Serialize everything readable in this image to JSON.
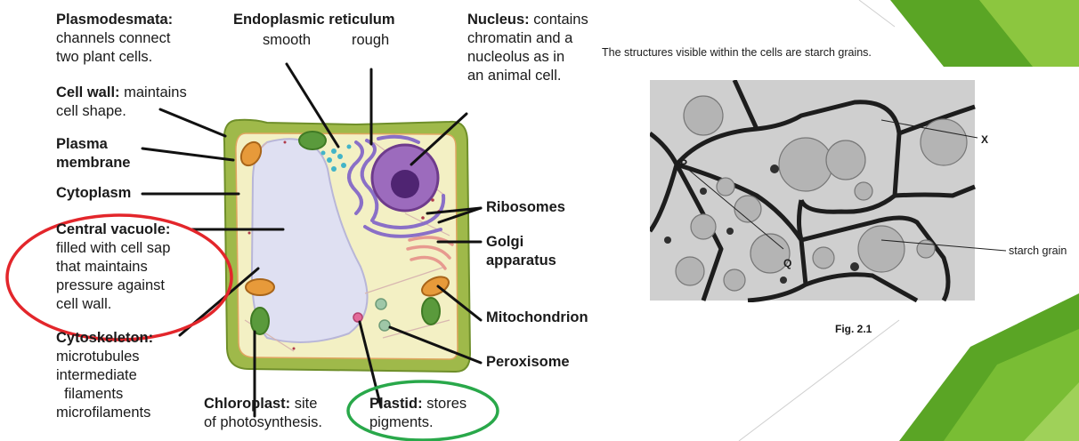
{
  "labels": {
    "plasmodesmata": {
      "title": "Plasmodesmata:",
      "lines": [
        "channels connect",
        "two plant cells."
      ]
    },
    "er": {
      "title": "Endoplasmic reticulum",
      "smooth": "smooth",
      "rough": "rough"
    },
    "nucleus": {
      "title": "Nucleus:",
      "rest": " contains",
      "lines": [
        "chromatin and a",
        "nucleolus as in",
        "an animal cell."
      ]
    },
    "cell_wall": {
      "title": "Cell wall:",
      "rest": " maintains",
      "lines": [
        "cell shape."
      ]
    },
    "plasma_membrane": {
      "lines": [
        "Plasma",
        "membrane"
      ]
    },
    "cytoplasm": {
      "title": "Cytoplasm"
    },
    "central_vacuole": {
      "title": "Central vacuole:",
      "lines": [
        "filled with cell sap",
        "that maintains",
        "pressure against",
        "cell wall."
      ]
    },
    "cytoskeleton": {
      "title": "Cytoskeleton:",
      "lines": [
        "microtubules",
        "intermediate",
        "  filaments",
        "microfilaments"
      ]
    },
    "chloroplast": {
      "title": "Chloroplast:",
      "rest": " site",
      "lines": [
        "of photosynthesis."
      ]
    },
    "plastid": {
      "title": "Plastid:",
      "rest": " stores",
      "lines": [
        "pigments."
      ]
    },
    "ribosomes": {
      "title": "Ribosomes"
    },
    "golgi": {
      "lines": [
        "Golgi",
        "apparatus"
      ]
    },
    "mitochondrion": {
      "title": "Mitochondrion"
    },
    "peroxisome": {
      "title": "Peroxisome"
    }
  },
  "micrograph": {
    "intro": "The structures visible within the cells are starch grains.",
    "label_x": "X",
    "label_p": "P",
    "label_q": "Q",
    "label_starch": "starch grain",
    "caption": "Fig. 2.1"
  },
  "colors": {
    "cell_wall": "#7fa33a",
    "cytoplasm": "#f3f0c4",
    "vacuole": "#dfe0f2",
    "nucleus": "#7a3f9e",
    "red_ellipse": "#e3262b",
    "green_ellipse": "#29a84a",
    "deco_green": "#6dbb2d"
  }
}
